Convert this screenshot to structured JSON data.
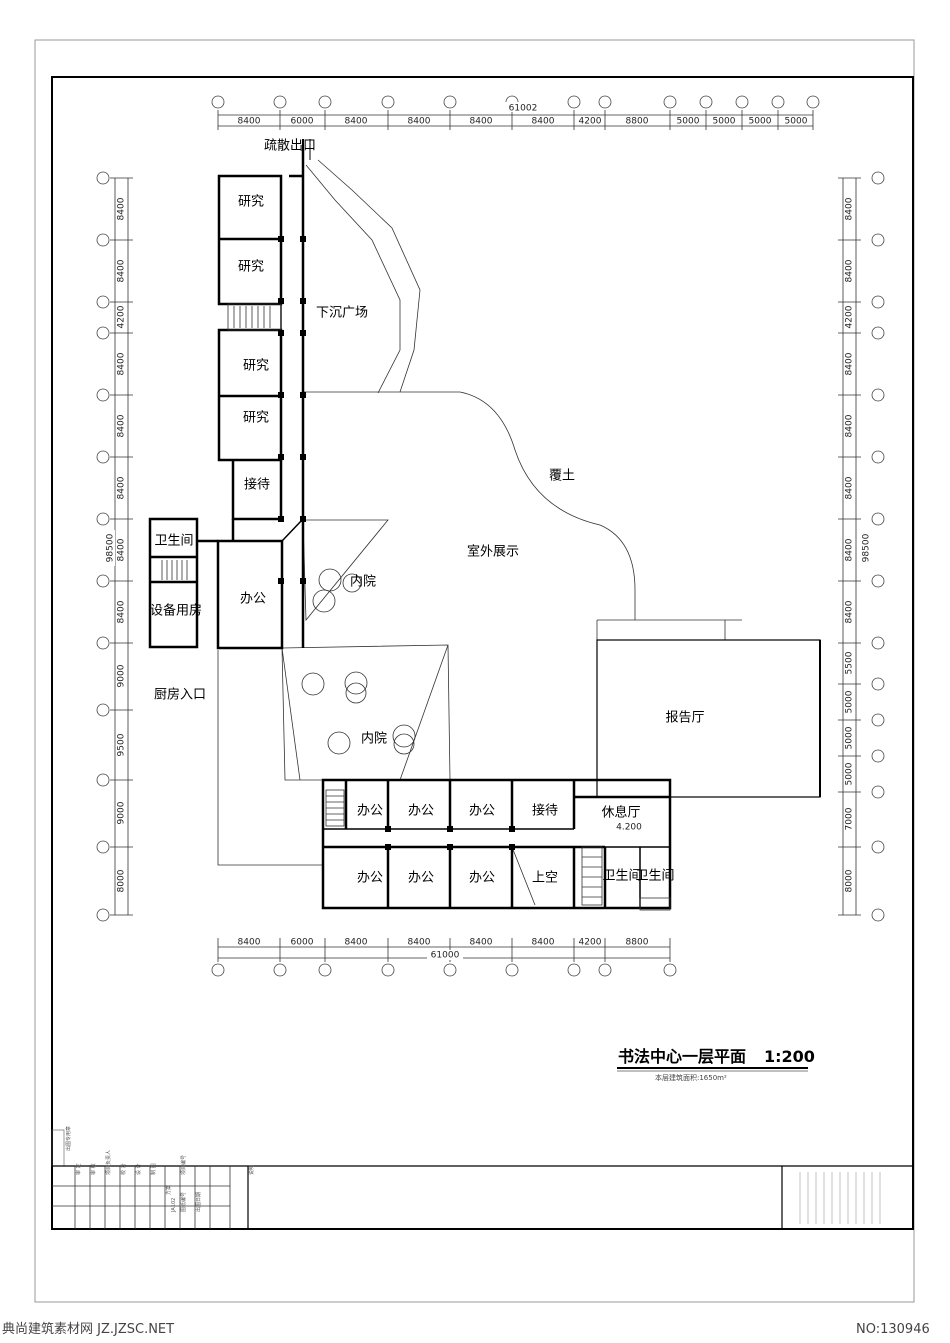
{
  "drawing": {
    "title": "书法中心一层平面",
    "scale": "1:200",
    "area_note": "本层建筑面积:1650m²"
  },
  "top_dims": {
    "total": "61002",
    "segments": [
      "8400",
      "6000",
      "8400",
      "8400",
      "8400",
      "8400",
      "4200",
      "8800",
      "5000",
      "5000",
      "5000",
      "5000"
    ]
  },
  "bottom_dims": {
    "total": "61000",
    "segments": [
      "8400",
      "6000",
      "8400",
      "8400",
      "8400",
      "8400",
      "4200",
      "8800"
    ]
  },
  "left_dims": {
    "total": "98500",
    "segments": [
      "8400",
      "8400",
      "4200",
      "8400",
      "8400",
      "8400",
      "8400",
      "8400",
      "9000",
      "9500",
      "9000",
      "8000"
    ]
  },
  "right_dims": {
    "total": "98500",
    "segments": [
      "8400",
      "8400",
      "4200",
      "8400",
      "8400",
      "8400",
      "8400",
      "8400",
      "5500",
      "5000",
      "5000",
      "5000",
      "7000",
      "8000"
    ]
  },
  "rooms": {
    "research1": "研究",
    "research2": "研究",
    "research3": "研究",
    "research4": "研究",
    "reception1": "接待",
    "toilet_left": "卫生间",
    "equipment": "设备用房",
    "office_left": "办公",
    "sunken_plaza": "下沉广场",
    "evacuation_exit": "疏散出口",
    "covered_soil": "覆土",
    "outdoor_exhibit": "室外展示",
    "courtyard1": "内院",
    "courtyard2": "内院",
    "kitchen_entrance": "厨房入口",
    "lecture_hall": "报告厅",
    "office_b1": "办公",
    "office_b2": "办公",
    "office_b3": "办公",
    "reception2": "接待",
    "lounge": "休息厅",
    "lounge_dim": "4.200",
    "office_b4": "办公",
    "office_b5": "办公",
    "office_b6": "办公",
    "void": "上空",
    "toilet_b1": "卫生间",
    "toilet_b2": "卫生间"
  },
  "title_block": {
    "stamp_label": "出图专用章",
    "approve": "审 定",
    "review": "审 核",
    "lead": "项目负责人",
    "check": "校 对",
    "design": "设 计",
    "draw": "制 图",
    "project_no_label": "项目编号",
    "drawing_no_label": "图纸编号",
    "drawing_no": "JA102",
    "phase": "方案",
    "date_label": "出图日期",
    "notes_label": "说明"
  },
  "footer": {
    "left": "典尚建筑素材网 JZ.JZSC.NET",
    "right": "NO:130946"
  }
}
